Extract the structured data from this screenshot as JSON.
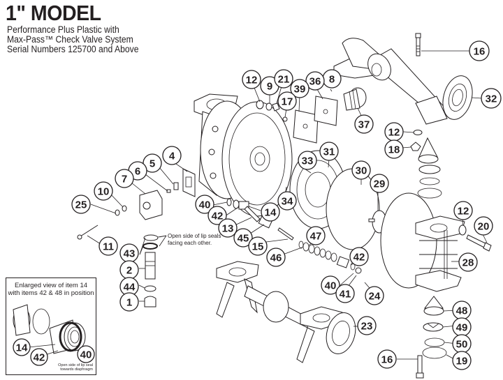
{
  "header": {
    "title": "1\" MODEL",
    "subtitle_lines": [
      "Performance Plus Plastic with",
      "Max-Pass™ Check Valve System",
      "Serial Numbers 125700 and Above"
    ]
  },
  "notes": {
    "lip_seals": [
      "Open side of lip seals",
      "facing each other."
    ]
  },
  "inset": {
    "title_lines": [
      "Enlarged view of item 14",
      "with items 42 & 48 in position"
    ],
    "callouts": [
      "14",
      "42",
      "40"
    ],
    "note_lines": [
      "Open side of lip seal",
      "towards diaphragm"
    ]
  },
  "callouts": [
    {
      "id": "16-top",
      "label": "16"
    },
    {
      "id": "32",
      "label": "32"
    },
    {
      "id": "12-a",
      "label": "12"
    },
    {
      "id": "9",
      "label": "9"
    },
    {
      "id": "21",
      "label": "21"
    },
    {
      "id": "8",
      "label": "8"
    },
    {
      "id": "36",
      "label": "36"
    },
    {
      "id": "39",
      "label": "39"
    },
    {
      "id": "17",
      "label": "17"
    },
    {
      "id": "37",
      "label": "37"
    },
    {
      "id": "12-b",
      "label": "12"
    },
    {
      "id": "18",
      "label": "18"
    },
    {
      "id": "4",
      "label": "4"
    },
    {
      "id": "5",
      "label": "5"
    },
    {
      "id": "6",
      "label": "6"
    },
    {
      "id": "7",
      "label": "7"
    },
    {
      "id": "10",
      "label": "10"
    },
    {
      "id": "25",
      "label": "25"
    },
    {
      "id": "11",
      "label": "11"
    },
    {
      "id": "31",
      "label": "31"
    },
    {
      "id": "33",
      "label": "33"
    },
    {
      "id": "30",
      "label": "30"
    },
    {
      "id": "34",
      "label": "34"
    },
    {
      "id": "29",
      "label": "29"
    },
    {
      "id": "40-a",
      "label": "40"
    },
    {
      "id": "42-a",
      "label": "42"
    },
    {
      "id": "14",
      "label": "14"
    },
    {
      "id": "13",
      "label": "13"
    },
    {
      "id": "45",
      "label": "45"
    },
    {
      "id": "15",
      "label": "15"
    },
    {
      "id": "47",
      "label": "47"
    },
    {
      "id": "46",
      "label": "46"
    },
    {
      "id": "12-c",
      "label": "12"
    },
    {
      "id": "20",
      "label": "20"
    },
    {
      "id": "28",
      "label": "28"
    },
    {
      "id": "43",
      "label": "43"
    },
    {
      "id": "2",
      "label": "2"
    },
    {
      "id": "44",
      "label": "44"
    },
    {
      "id": "1",
      "label": "1"
    },
    {
      "id": "42-b",
      "label": "42"
    },
    {
      "id": "40-b",
      "label": "40"
    },
    {
      "id": "41",
      "label": "41"
    },
    {
      "id": "24",
      "label": "24"
    },
    {
      "id": "23",
      "label": "23"
    },
    {
      "id": "48",
      "label": "48"
    },
    {
      "id": "49",
      "label": "49"
    },
    {
      "id": "50",
      "label": "50"
    },
    {
      "id": "16-bottom",
      "label": "16"
    },
    {
      "id": "19",
      "label": "19"
    }
  ]
}
